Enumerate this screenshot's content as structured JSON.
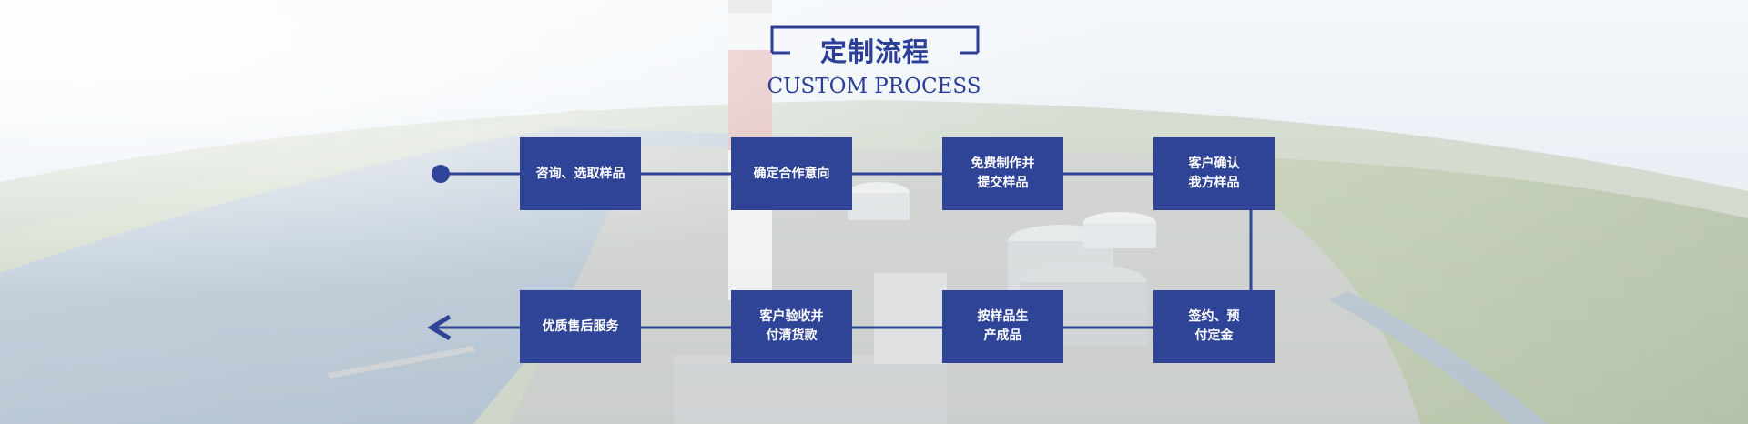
{
  "header": {
    "title_cn": "定制流程",
    "title_en": "CUSTOM PROCESS"
  },
  "steps": [
    {
      "label": "咨询、选取样品"
    },
    {
      "label": "确定合作意向"
    },
    {
      "label": "免费制作并\n提交样品"
    },
    {
      "label": "客户确认\n我方样品"
    },
    {
      "label": "签约、预\n付定金"
    },
    {
      "label": "按样品生\n产成品"
    },
    {
      "label": "客户验收并\n付清货款"
    },
    {
      "label": "优质售后服务"
    }
  ],
  "colors": {
    "primary": "#2f4496",
    "title": "#2b3e98"
  }
}
